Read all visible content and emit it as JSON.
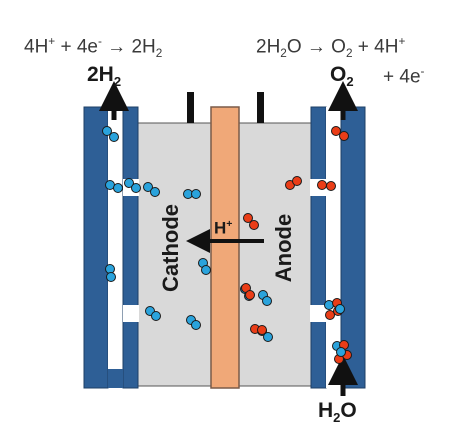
{
  "equations": {
    "cathode_reaction": {
      "a": "4H",
      "a_sup": "+",
      "b": " + 4e",
      "b_sup": "-",
      "c": " → 2H",
      "c_sub": "2"
    },
    "anode_reaction": {
      "a": "2H",
      "a_sub": "2",
      "b": "O → O",
      "b_sub": "2",
      "c": " + 4H",
      "c_sup": "+"
    },
    "anode_electrons": {
      "a": "+ 4e",
      "a_sup": "-"
    }
  },
  "gases": {
    "hydrogen_out": {
      "a": "2H",
      "a_sub": "2"
    },
    "oxygen_out": {
      "a": "O",
      "a_sub": "2"
    },
    "water_in": {
      "a": "H",
      "a_sub": "2",
      "b": "O"
    }
  },
  "cell": {
    "cathode_label": "Cathode",
    "anode_label": "Anode",
    "proton_label": {
      "a": "H",
      "a_sup": "+"
    }
  },
  "colors": {
    "electrode": "#2e5f96",
    "electrode_edge": "#1d3f66",
    "chamber": "#d9d9d9",
    "membrane": "#f0a878",
    "membrane_edge": "#7a5a48",
    "hydrogen_molecule": "#2aa3dc",
    "oxygen_atom": "#ea3d17",
    "arrow": "#111111"
  }
}
